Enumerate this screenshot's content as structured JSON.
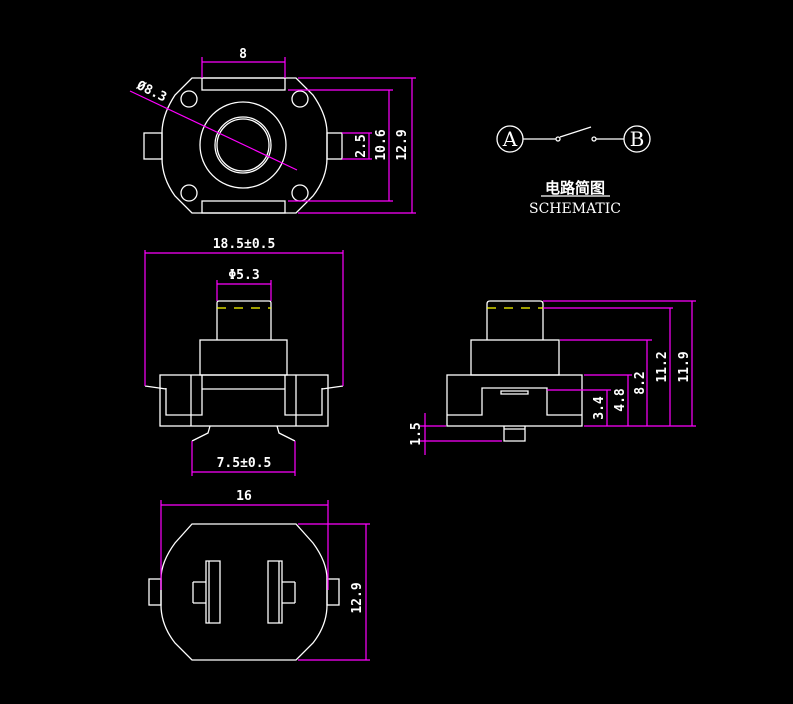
{
  "colors": {
    "background": "#000000",
    "outline": "#ffffff",
    "dimension": "#ff00ff",
    "hidden_line": "#ffff00"
  },
  "top_view": {
    "width_dim": "8",
    "diameter_dim": "Ø8.3",
    "dim_2_5": "2.5",
    "dim_10_6": "10.6",
    "dim_12_9": "12.9"
  },
  "schematic": {
    "terminal_a": "A",
    "terminal_b": "B",
    "title_cn": "电路简图",
    "title_en": "SCHEMATIC"
  },
  "front_view": {
    "overall_width": "18.5±0.5",
    "cap_diameter": "Φ5.3",
    "pin_spacing": "7.5±0.5"
  },
  "side_view": {
    "dim_1_5": "1.5",
    "dim_3_4": "3.4",
    "dim_4_8": "4.8",
    "dim_8_2": "8.2",
    "dim_11_2": "11.2",
    "dim_11_9": "11.9"
  },
  "bottom_view": {
    "width_dim": "16",
    "height_dim": "12.9"
  }
}
